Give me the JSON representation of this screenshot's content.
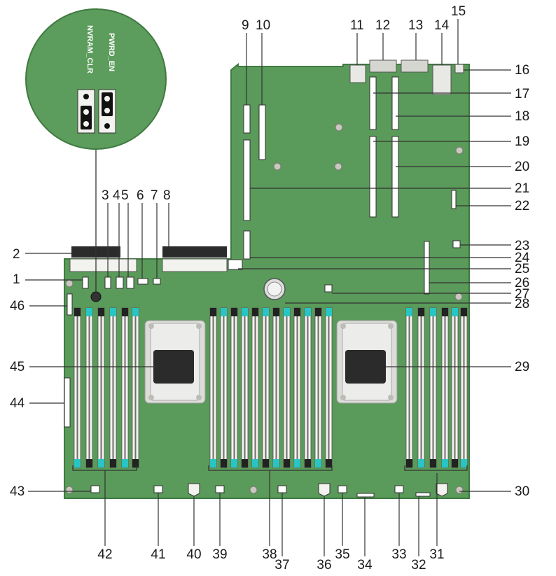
{
  "jumper_inset": {
    "nvram_clr_label": "NVRAM_CLR",
    "pwrd_en_label": "PWRD_EN"
  },
  "colors": {
    "board": "#5a9a5a",
    "board_edge": "#3f7a40",
    "inset": "#5c9c5c",
    "dimm_slot_white": "#f2f2ee",
    "dimm_latch_blue": "#29c4c4",
    "dimm_latch_black": "#222222",
    "socket": "#dcdcd8",
    "cpu": "#2b2b2b",
    "leader": "#333333"
  },
  "callouts": [
    {
      "id": "1",
      "label": "1"
    },
    {
      "id": "2",
      "label": "2"
    },
    {
      "id": "3",
      "label": "3"
    },
    {
      "id": "4",
      "label": "4"
    },
    {
      "id": "5",
      "label": "5"
    },
    {
      "id": "6",
      "label": "6"
    },
    {
      "id": "7",
      "label": "7"
    },
    {
      "id": "8",
      "label": "8"
    },
    {
      "id": "9",
      "label": "9"
    },
    {
      "id": "10",
      "label": "10"
    },
    {
      "id": "11",
      "label": "11"
    },
    {
      "id": "12",
      "label": "12"
    },
    {
      "id": "13",
      "label": "13"
    },
    {
      "id": "14",
      "label": "14"
    },
    {
      "id": "15",
      "label": "15"
    },
    {
      "id": "16",
      "label": "16"
    },
    {
      "id": "17",
      "label": "17"
    },
    {
      "id": "18",
      "label": "18"
    },
    {
      "id": "19",
      "label": "19"
    },
    {
      "id": "20",
      "label": "20"
    },
    {
      "id": "21",
      "label": "21"
    },
    {
      "id": "22",
      "label": "22"
    },
    {
      "id": "23",
      "label": "23"
    },
    {
      "id": "24",
      "label": "24"
    },
    {
      "id": "25",
      "label": "25"
    },
    {
      "id": "26",
      "label": "26"
    },
    {
      "id": "27",
      "label": "27"
    },
    {
      "id": "28",
      "label": "28"
    },
    {
      "id": "29",
      "label": "29"
    },
    {
      "id": "30",
      "label": "30"
    },
    {
      "id": "31",
      "label": "31"
    },
    {
      "id": "32",
      "label": "32"
    },
    {
      "id": "33",
      "label": "33"
    },
    {
      "id": "34",
      "label": "34"
    },
    {
      "id": "35",
      "label": "35"
    },
    {
      "id": "36",
      "label": "36"
    },
    {
      "id": "37",
      "label": "37"
    },
    {
      "id": "38",
      "label": "38"
    },
    {
      "id": "39",
      "label": "39"
    },
    {
      "id": "40",
      "label": "40"
    },
    {
      "id": "41",
      "label": "41"
    },
    {
      "id": "42",
      "label": "42"
    },
    {
      "id": "43",
      "label": "43"
    },
    {
      "id": "44",
      "label": "44"
    },
    {
      "id": "45",
      "label": "45"
    },
    {
      "id": "46",
      "label": "46"
    }
  ]
}
